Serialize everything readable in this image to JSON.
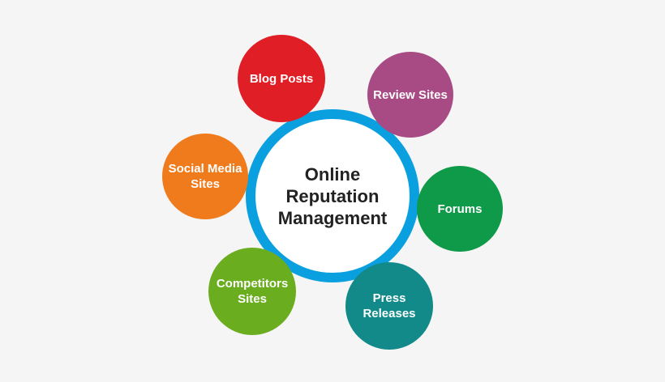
{
  "diagram": {
    "type": "hub-and-spoke",
    "background": "#f5f5f5",
    "center": {
      "lines": [
        "Online",
        "Reputation",
        "Management"
      ],
      "ring_color": "#0aa0e0",
      "fill_color": "#ffffff",
      "text_color": "#222222"
    },
    "nodes": [
      {
        "id": "blog-posts",
        "lines": [
          "Blog Posts"
        ],
        "color": "#e01e26"
      },
      {
        "id": "review-sites",
        "lines": [
          "Review Sites"
        ],
        "color": "#a84a84"
      },
      {
        "id": "social-media-sites",
        "lines": [
          "Social Media",
          "Sites"
        ],
        "color": "#ef7b1c"
      },
      {
        "id": "forums",
        "lines": [
          "Forums"
        ],
        "color": "#0e9a48"
      },
      {
        "id": "competitors-sites",
        "lines": [
          "Competitors",
          "Sites"
        ],
        "color": "#6aad1e"
      },
      {
        "id": "press-releases",
        "lines": [
          "Press",
          "Releases"
        ],
        "color": "#138a8a"
      }
    ]
  }
}
